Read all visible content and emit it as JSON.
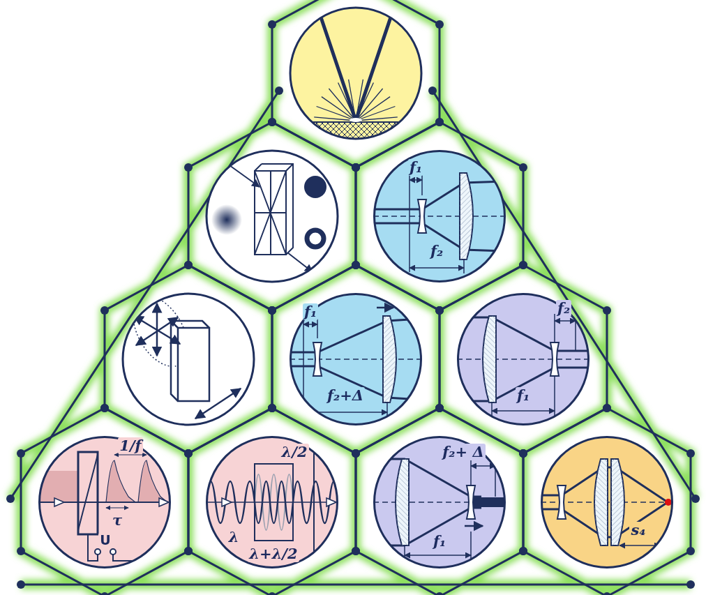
{
  "diagram": {
    "nodes": [
      {
        "text": [
          "f₁",
          "f₂"
        ]
      },
      {
        "text": [
          "f₁",
          "f₂+Δ"
        ]
      },
      {
        "text": [
          "f₂",
          "f₁"
        ]
      },
      {
        "text": [
          "1/f",
          "τ",
          "U"
        ]
      },
      {
        "text": [
          "λ",
          "λ+λ/2",
          "λ/2"
        ]
      },
      {
        "text": [
          "f₂+ Δ",
          "f₁"
        ]
      },
      {
        "text": [
          "s₄"
        ]
      }
    ]
  }
}
